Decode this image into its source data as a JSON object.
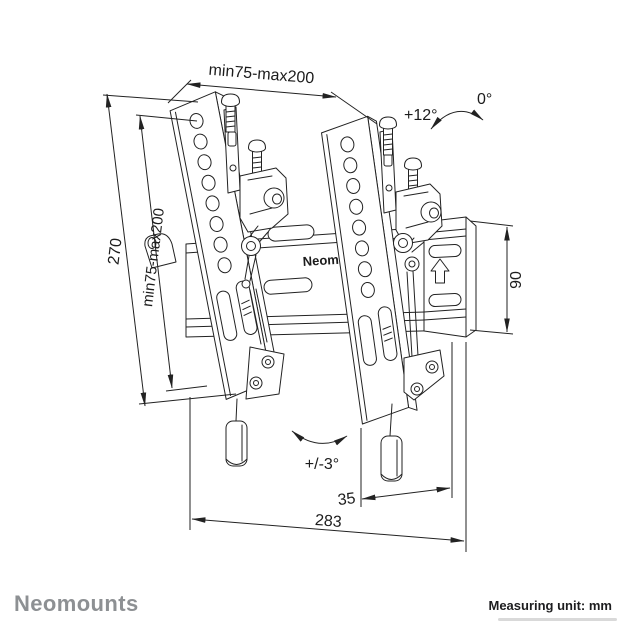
{
  "footer": {
    "brand": "Neomounts",
    "measuring_unit_label": "Measuring unit: mm"
  },
  "drawing": {
    "plate_label": "Neom",
    "dims": {
      "top_width": "min75-max200",
      "bracket_height": "270",
      "vesa_vertical": "min75-max200",
      "plate_height": "90",
      "wall_offset": "35",
      "plate_width": "283"
    },
    "angles": {
      "tilt_max": "+12°",
      "tilt_zero": "0°",
      "swivel": "+/-3°"
    },
    "icons": {
      "end_cap_icon": "up-arrow-icon"
    },
    "colors": {
      "line": "#222222",
      "text": "#1c1c1c",
      "brand_gray": "#8d9093",
      "accent_line_gray": "#d9d9d9",
      "background": "#ffffff"
    }
  }
}
